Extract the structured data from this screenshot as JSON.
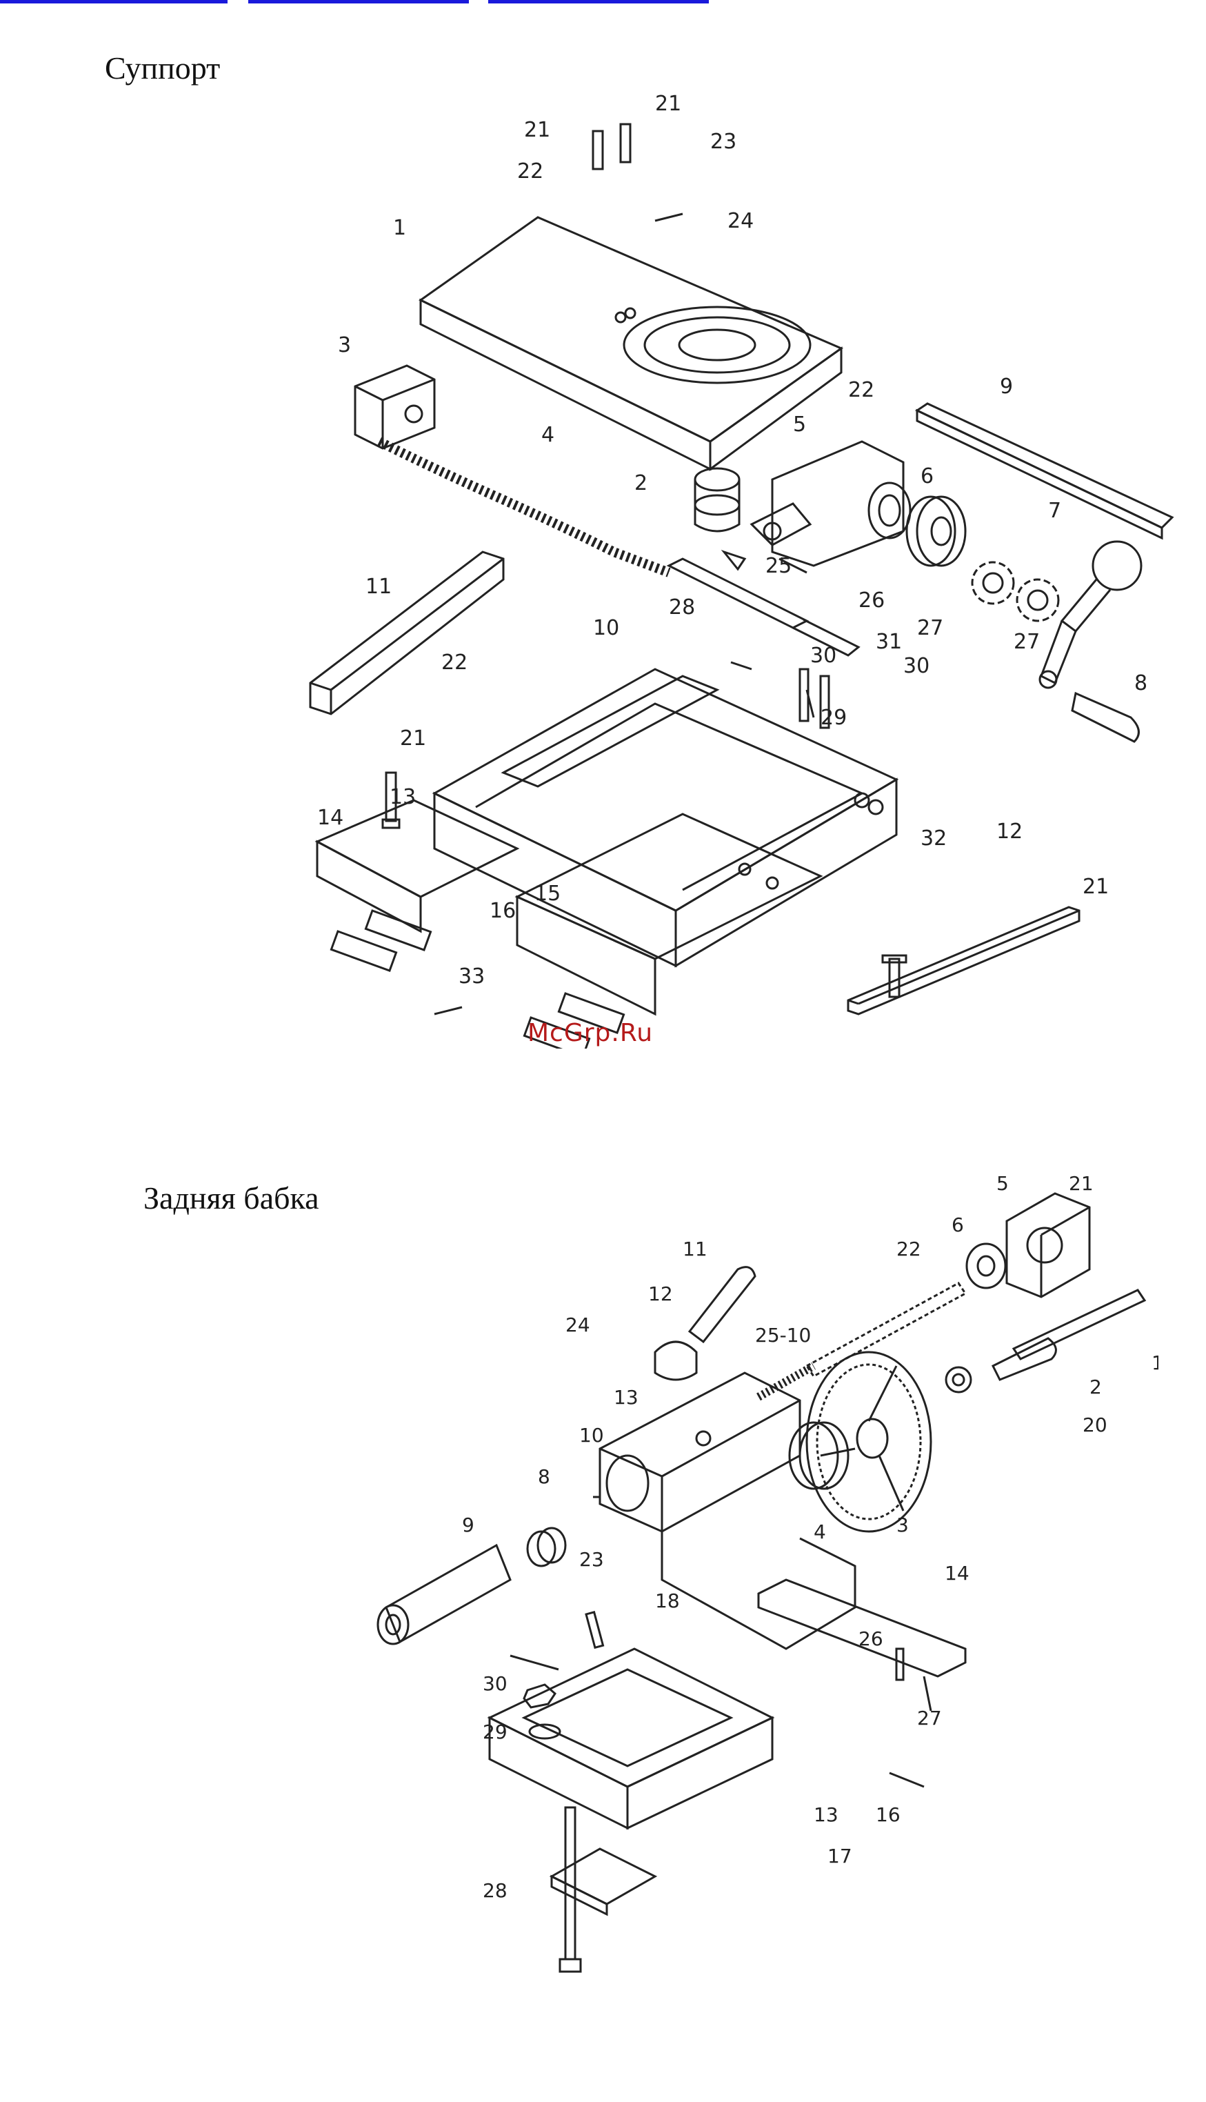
{
  "nav_links": [
    {
      "name": "nav-link-1"
    },
    {
      "name": "nav-link-2"
    },
    {
      "name": "nav-link-3"
    }
  ],
  "sections": {
    "support": {
      "title": "Суппорт",
      "labels": [
        "21",
        "21",
        "22",
        "23",
        "24",
        "1",
        "3",
        "4",
        "2",
        "22",
        "5",
        "9",
        "6",
        "7",
        "25",
        "26",
        "27",
        "27",
        "8",
        "11",
        "28",
        "10",
        "31",
        "30",
        "30",
        "22",
        "29",
        "21",
        "13",
        "14",
        "32",
        "12",
        "21",
        "15",
        "16",
        "33"
      ]
    },
    "tailstock": {
      "title": "Задняя бабка",
      "labels": [
        "5",
        "21",
        "11",
        "6",
        "22",
        "12",
        "24",
        "25-10",
        "1",
        "2",
        "13",
        "10",
        "20",
        "8",
        "4",
        "3",
        "9",
        "23",
        "14",
        "18",
        "26",
        "30",
        "27",
        "29",
        "13",
        "16",
        "17",
        "28"
      ]
    }
  },
  "watermark": "McGrp.Ru"
}
